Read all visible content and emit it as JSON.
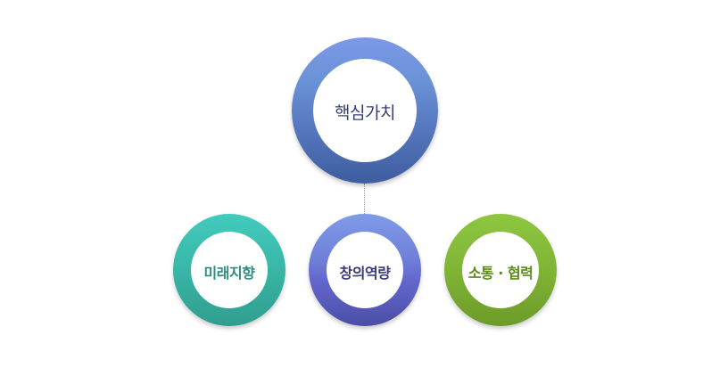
{
  "diagram": {
    "root": {
      "label": "핵심가치",
      "colors": {
        "top": "#7a97e6",
        "bottom": "#3f5fa3"
      }
    },
    "children": [
      {
        "label": "미래지향",
        "colors": {
          "top": "#40c9bb",
          "bottom": "#2f9e90"
        }
      },
      {
        "label": "창의역량",
        "colors": {
          "top": "#7f9be8",
          "bottom": "#4d4fa8"
        }
      },
      {
        "label": "소통 · 협력",
        "colors": {
          "top": "#8cc43f",
          "bottom": "#6f9e2a"
        }
      }
    ]
  }
}
